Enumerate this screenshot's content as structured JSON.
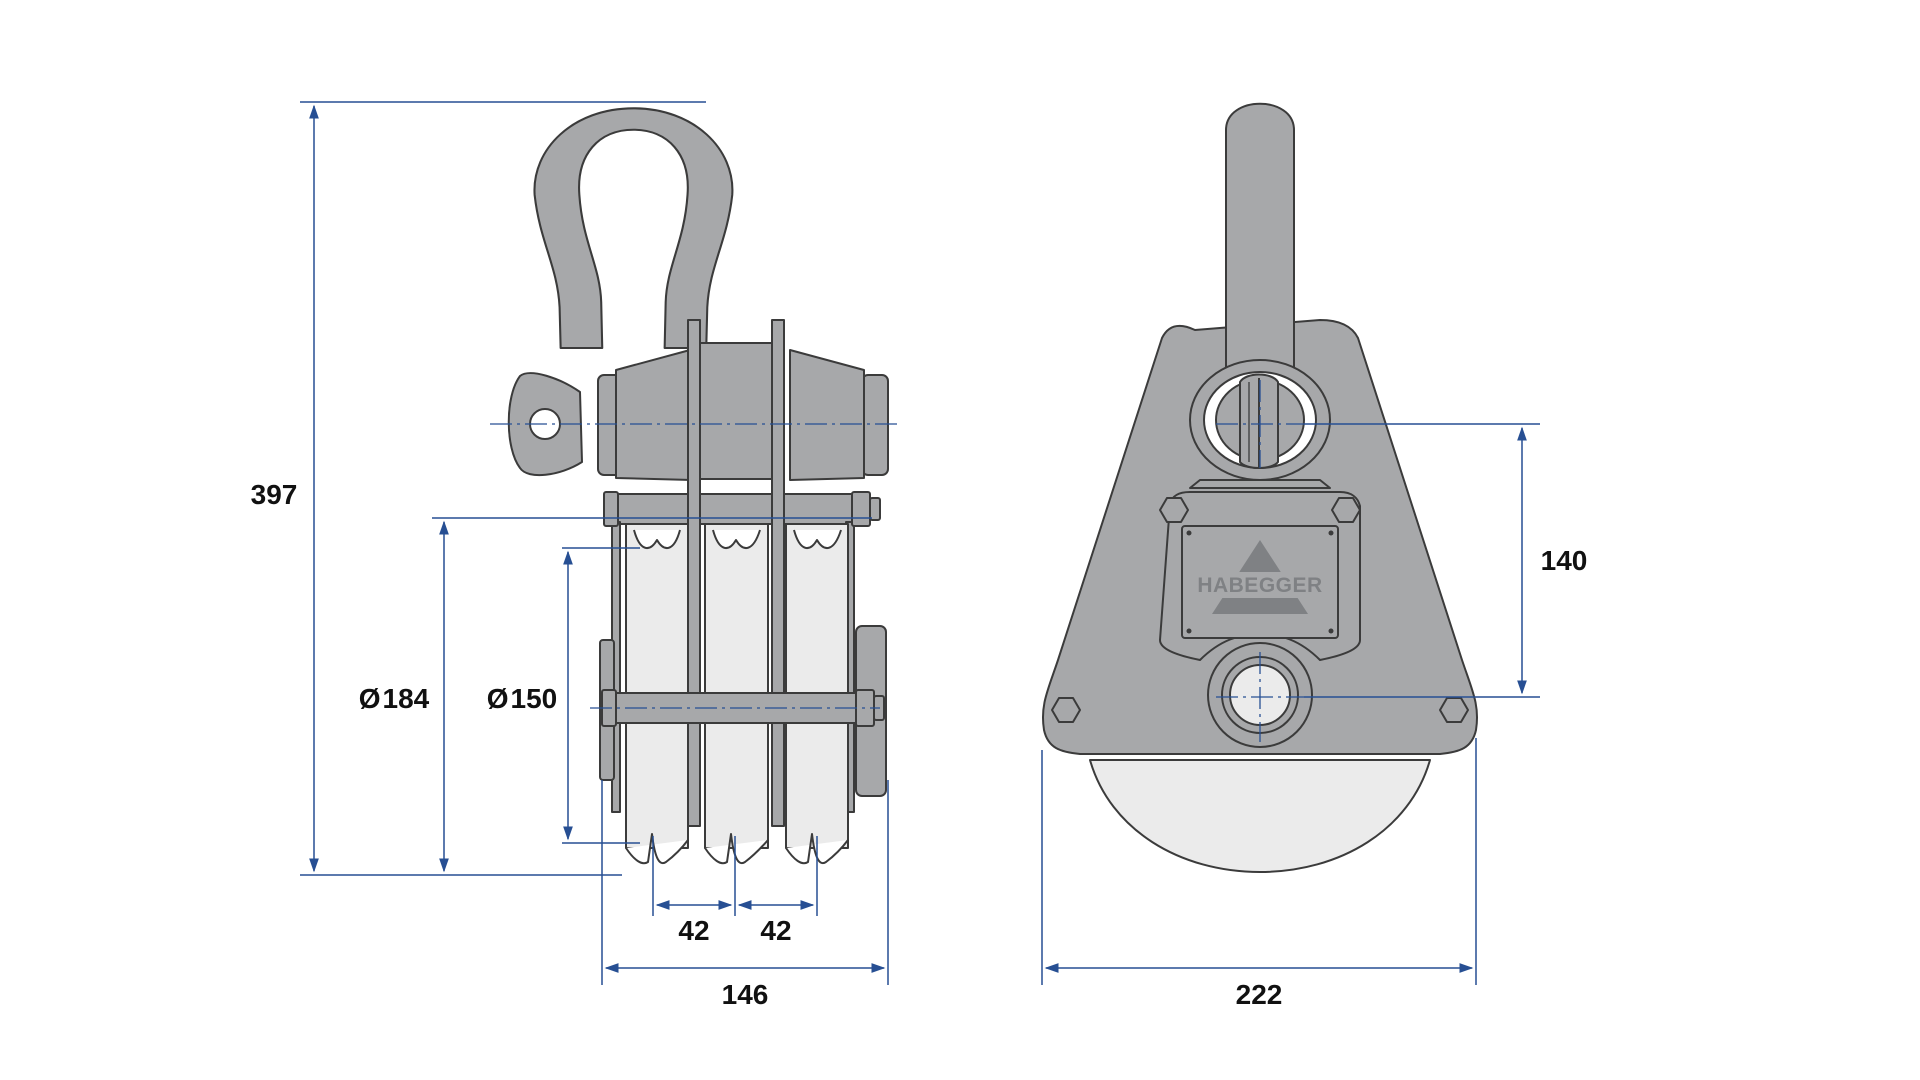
{
  "colors": {
    "metal": "#a7a8aa",
    "metal_light": "#ebebeb",
    "outline": "#3b3b3b",
    "dimension": "#274f93",
    "label": "#111111",
    "logo": "#7f8184"
  },
  "dimensions": {
    "overall_height": "397",
    "outer_diameter": "184",
    "sheave_diameter": "150",
    "groove_pitch_1": "42",
    "groove_pitch_2": "42",
    "side_width": "146",
    "front_width": "222",
    "axle_distance": "140",
    "diameter_symbol": "Ø"
  },
  "logo": {
    "brand": "HABEGGER"
  }
}
